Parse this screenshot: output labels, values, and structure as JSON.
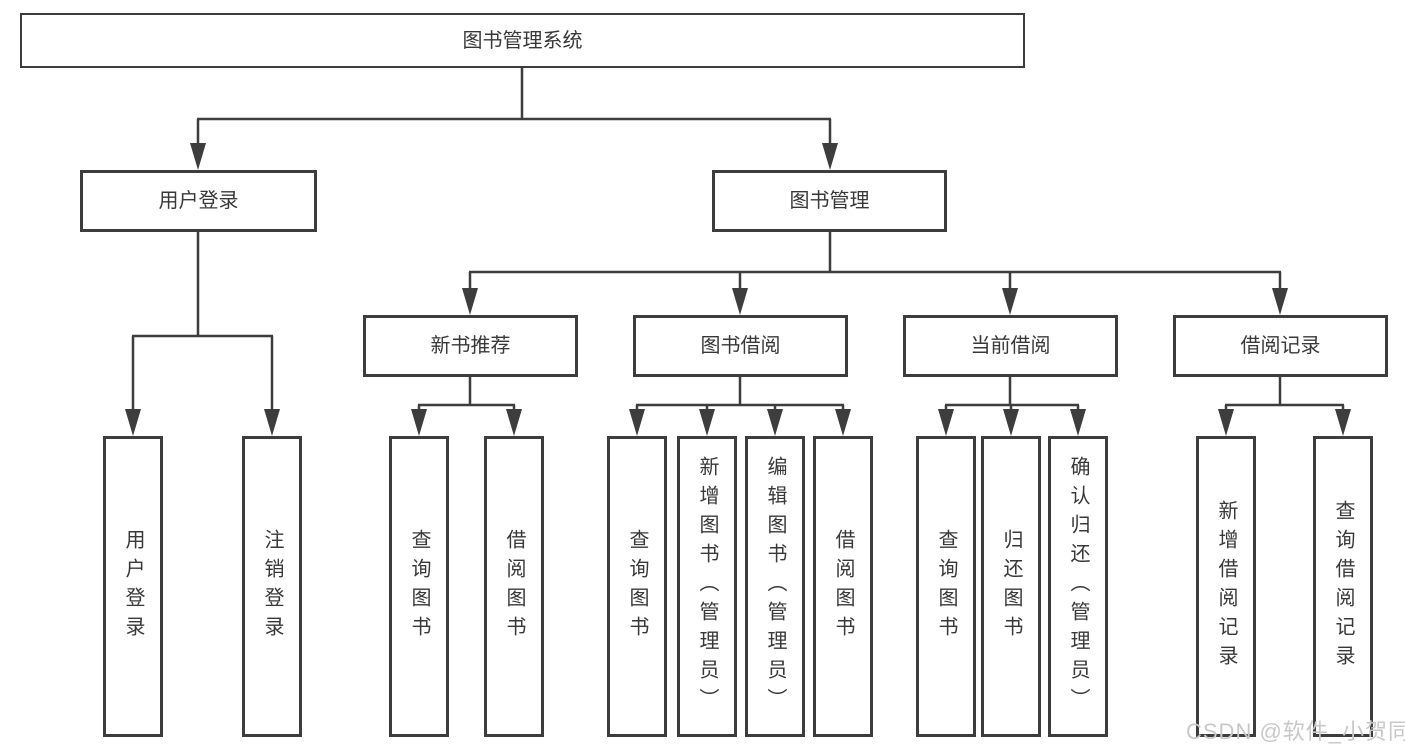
{
  "diagram": {
    "title": "图书管理系统",
    "tree": {
      "label": "图书管理系统",
      "children": [
        {
          "label": "用户登录",
          "children": [
            {
              "label": "用户登录"
            },
            {
              "label": "注销登录"
            }
          ]
        },
        {
          "label": "图书管理",
          "children": [
            {
              "label": "新书推荐",
              "children": [
                {
                  "label": "查询图书"
                },
                {
                  "label": "借阅图书"
                }
              ]
            },
            {
              "label": "图书借阅",
              "children": [
                {
                  "label": "查询图书"
                },
                {
                  "label": "新增图书（管理员）"
                },
                {
                  "label": "编辑图书（管理员）"
                },
                {
                  "label": "借阅图书"
                }
              ]
            },
            {
              "label": "当前借阅",
              "children": [
                {
                  "label": "查询图书"
                },
                {
                  "label": "归还图书"
                },
                {
                  "label": "确认归还（管理员）"
                }
              ]
            },
            {
              "label": "借阅记录",
              "children": [
                {
                  "label": "新增借阅记录"
                },
                {
                  "label": "查询借阅记录"
                }
              ]
            }
          ]
        }
      ]
    }
  },
  "watermark": {
    "text": "CSDN @软件_小贺同学"
  },
  "colors": {
    "line": "#3d3d3d",
    "text": "#383838",
    "watermark": "#c8c8c8",
    "background": "#ffffff"
  }
}
